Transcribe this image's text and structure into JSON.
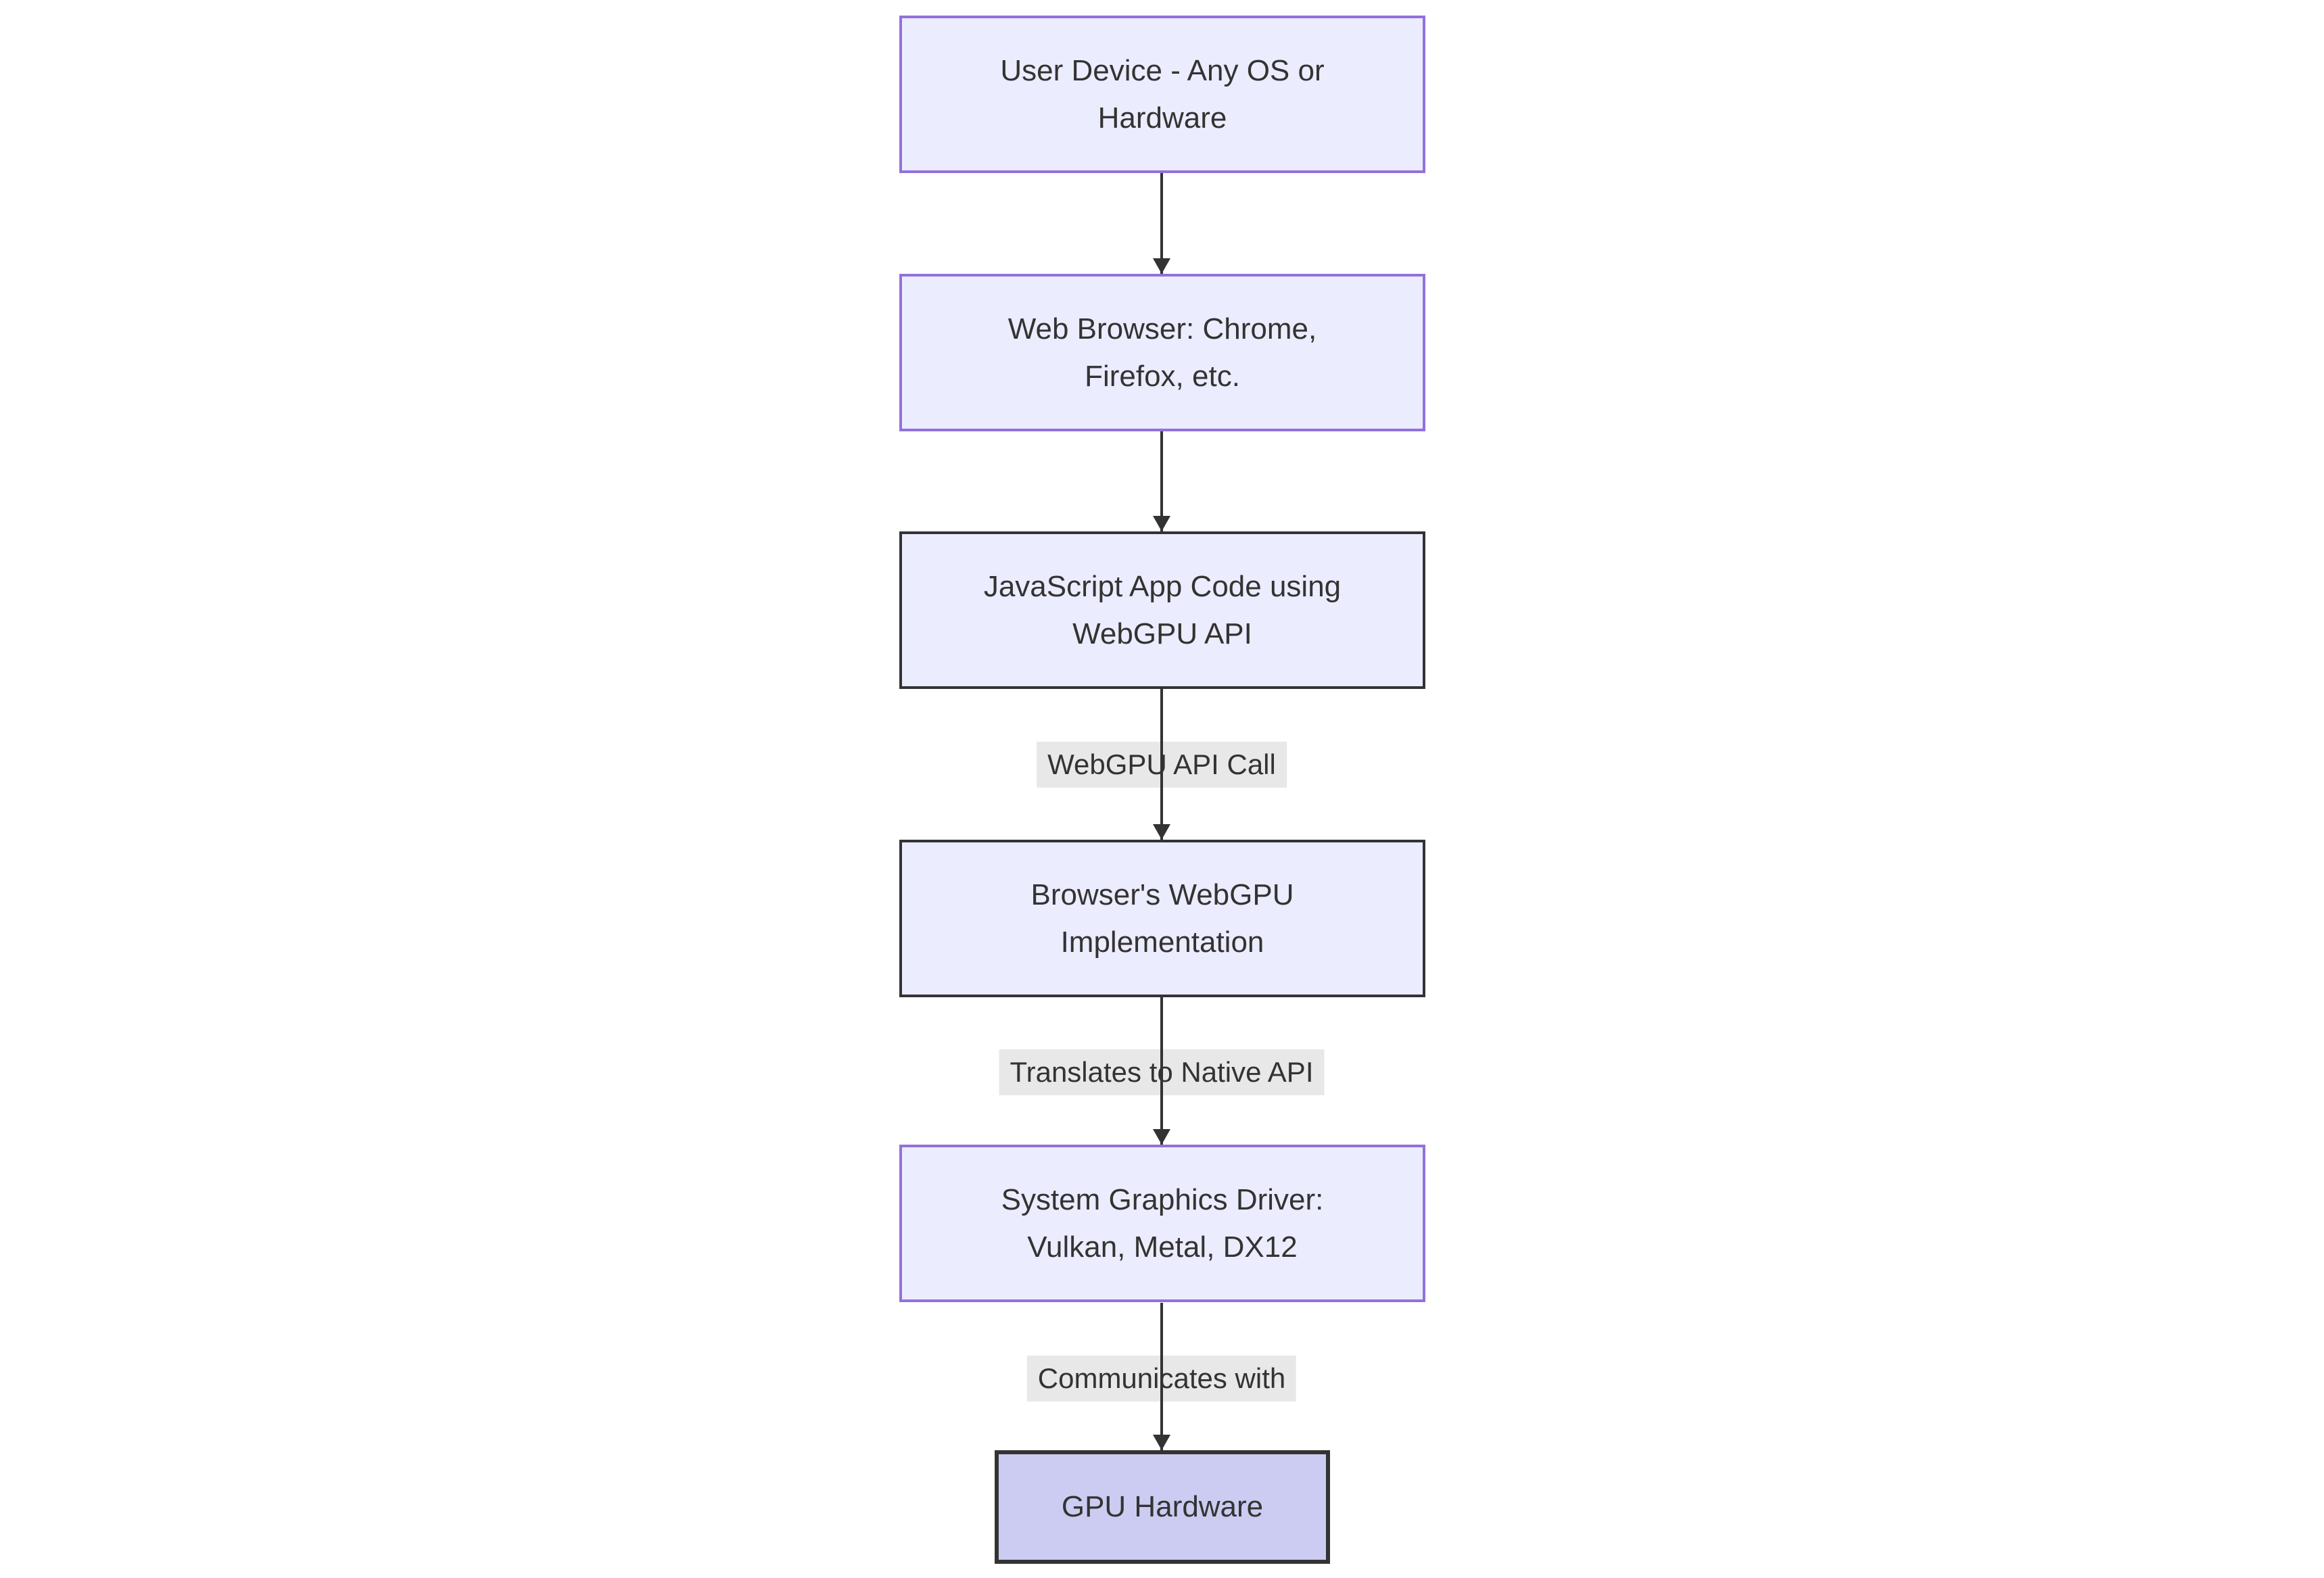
{
  "diagram": {
    "type": "flowchart-top-down",
    "background": "#FFFFFF",
    "nodes": [
      {
        "id": "user-device",
        "line1": "User Device - Any OS or",
        "line2": "Hardware",
        "fill": "#ECECFF",
        "border_color": "#9370DB"
      },
      {
        "id": "web-browser",
        "line1": "Web Browser: Chrome,",
        "line2": "Firefox, etc.",
        "fill": "#ECECFF",
        "border_color": "#9370DB"
      },
      {
        "id": "js-app-code",
        "line1": "JavaScript App Code using",
        "line2": "WebGPU API",
        "fill": "#ECECFF",
        "border_color": "#333333"
      },
      {
        "id": "browser-webgpu",
        "line1": "Browser's WebGPU",
        "line2": "Implementation",
        "fill": "#ECECFF",
        "border_color": "#333333"
      },
      {
        "id": "system-driver",
        "line1": "System Graphics Driver:",
        "line2": "Vulkan, Metal, DX12",
        "fill": "#ECECFF",
        "border_color": "#9370DB"
      },
      {
        "id": "gpu-hardware",
        "line1": "GPU Hardware",
        "line2": "",
        "fill": "#CCCCF2",
        "border_color": "#333333"
      }
    ],
    "edges": [
      {
        "from": "user-device",
        "to": "web-browser",
        "label": ""
      },
      {
        "from": "web-browser",
        "to": "js-app-code",
        "label": ""
      },
      {
        "from": "js-app-code",
        "to": "browser-webgpu",
        "label": "WebGPU API Call"
      },
      {
        "from": "browser-webgpu",
        "to": "system-driver",
        "label": "Translates to Native API"
      },
      {
        "from": "system-driver",
        "to": "gpu-hardware",
        "label": "Communicates with"
      }
    ],
    "colors": {
      "node_fill": "#ECECFF",
      "node_border_purple": "#9370DB",
      "node_border_dark": "#333333",
      "gpu_fill": "#CCCCF2",
      "edge_label_bg": "#E8E8E8",
      "line_color": "#333333",
      "text_color": "#333333"
    }
  }
}
